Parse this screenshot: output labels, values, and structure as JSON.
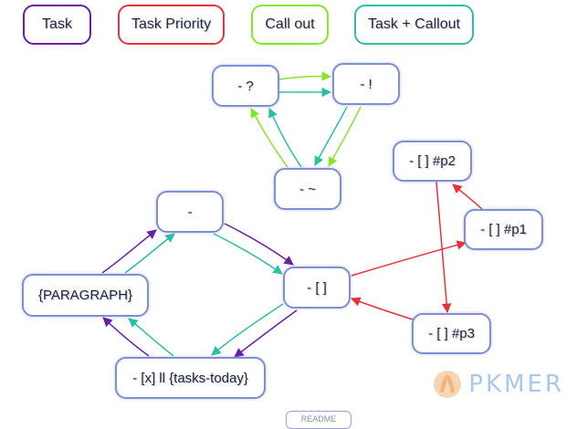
{
  "legend": [
    {
      "label": "Task",
      "color": "#6a1ea8"
    },
    {
      "label": "Task Priority",
      "color": "#e8323c"
    },
    {
      "label": "Call out",
      "color": "#86e62a"
    },
    {
      "label": "Task + Callout",
      "color": "#2bbfa6"
    }
  ],
  "nodes": {
    "question": "- ?",
    "bang": "- !",
    "tilde": "- ~",
    "dash": "-",
    "todo": "- [ ]",
    "paragraph": "{PARAGRAPH}",
    "tasks_today": "- [x] ll {tasks-today}",
    "p1": "- [ ] #p1",
    "p2": "- [ ] #p2",
    "p3": "- [ ] #p3"
  },
  "edge_colors": {
    "task": "#6a1ea8",
    "priority": "#e8323c",
    "callout": "#86e62a",
    "task_callout": "#2bbfa6"
  },
  "watermark": {
    "text": "PKMER",
    "icon": "pkmer-logo-icon"
  },
  "partial_button": {
    "label": "README"
  }
}
